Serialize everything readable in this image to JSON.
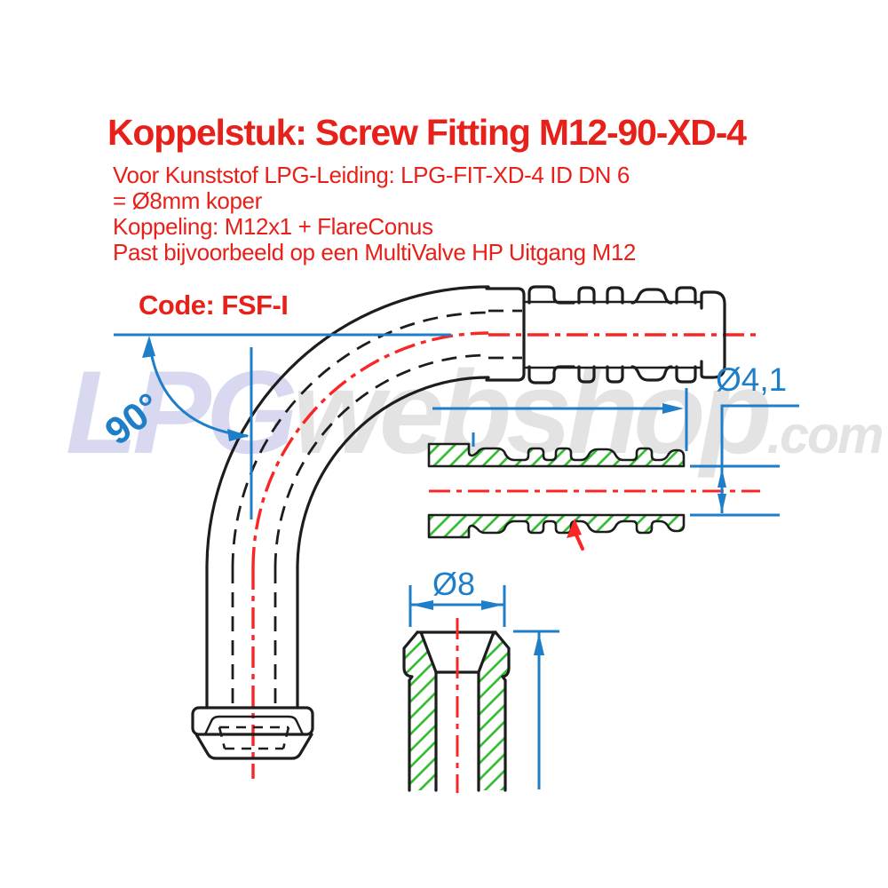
{
  "header": {
    "title": "Koppelstuk: Screw Fitting M12-90-XD-4",
    "description_lines": [
      "Voor Kunststof LPG-Leiding: LPG-FIT-XD-4 ID DN 6",
      "= Ø8mm koper",
      "Koppeling: M12x1 + FlareConus",
      "Past bijvoorbeeld op een MultiValve HP Uitgang M12"
    ],
    "product_code": "Code: FSF-I"
  },
  "drawing": {
    "angle_dimension": "90°",
    "bore_diameter_dimension": "Ø4,1",
    "flare_diameter_dimension": "Ø8",
    "views": [
      "elbow-side-view",
      "barb-cross-section-detail",
      "flare-cross-section-detail"
    ]
  },
  "watermark": {
    "part1": "LPG",
    "part2": "webshop",
    "part3": ".com"
  },
  "colors": {
    "accent_red": "#e8201a",
    "dimension_blue": "#1e7ec8",
    "centerline_red": "#fa2626",
    "hatch_green": "#2dbb2d",
    "line_black": "#1d1d1d",
    "watermark_lavender": "#d8d8f0",
    "watermark_gray": "#e3e3e3"
  }
}
